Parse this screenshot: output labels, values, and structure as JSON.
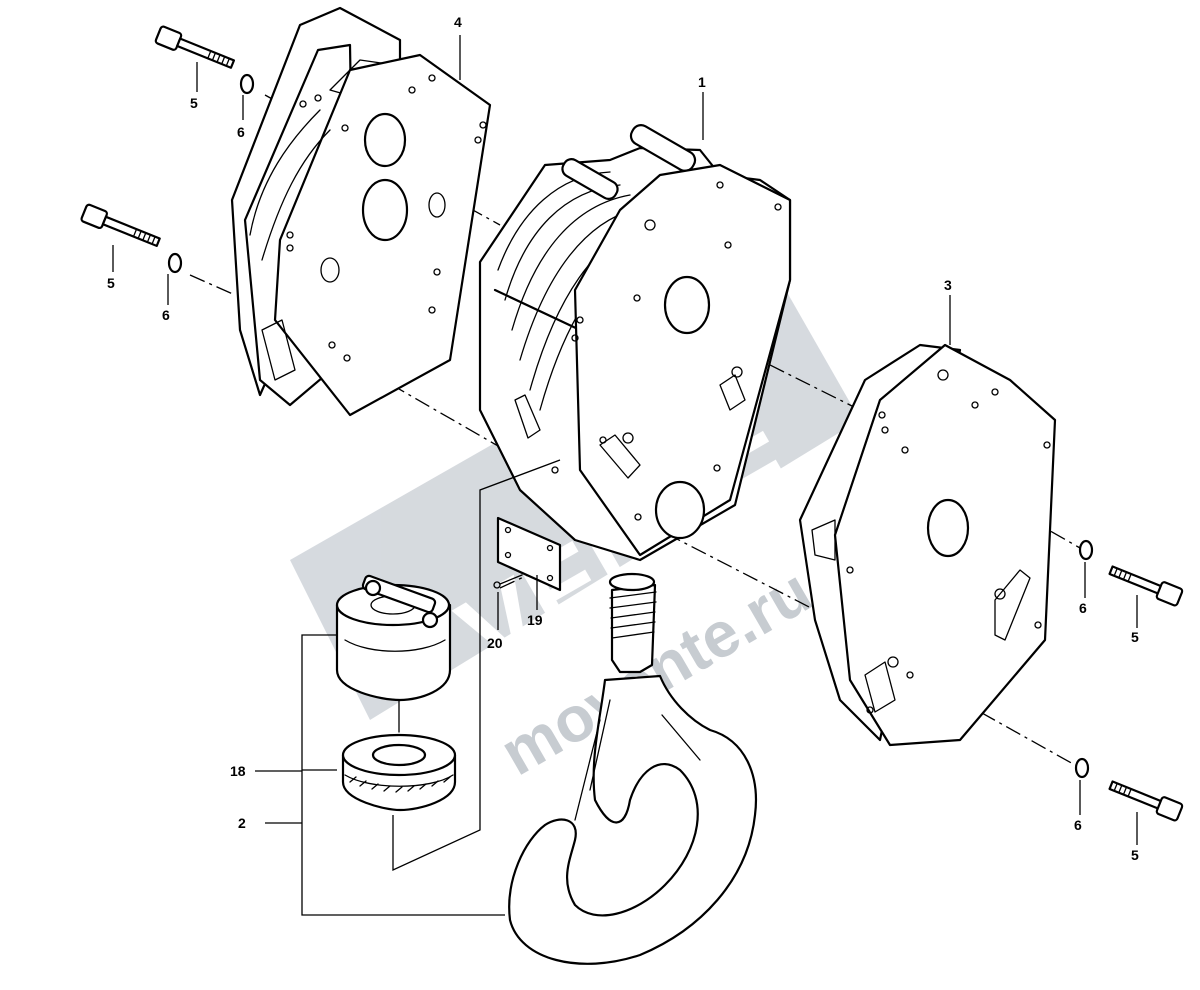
{
  "watermark": {
    "brand": "VENTE",
    "site": "movente.ru",
    "color": "#9aa3ad"
  },
  "callouts": {
    "c1": "1",
    "c2": "2",
    "c3": "3",
    "c4": "4",
    "c5a": "5",
    "c5b": "5",
    "c5c": "5",
    "c5d": "5",
    "c6a": "6",
    "c6b": "6",
    "c6c": "6",
    "c6d": "6",
    "c18": "18",
    "c19": "19",
    "c20": "20"
  },
  "icons": [
    "bolt-icon",
    "washer-icon",
    "side-plate-icon",
    "sheave-block-icon",
    "hook-icon",
    "thrust-bearing-icon",
    "nut-housing-icon",
    "nameplate-icon"
  ]
}
